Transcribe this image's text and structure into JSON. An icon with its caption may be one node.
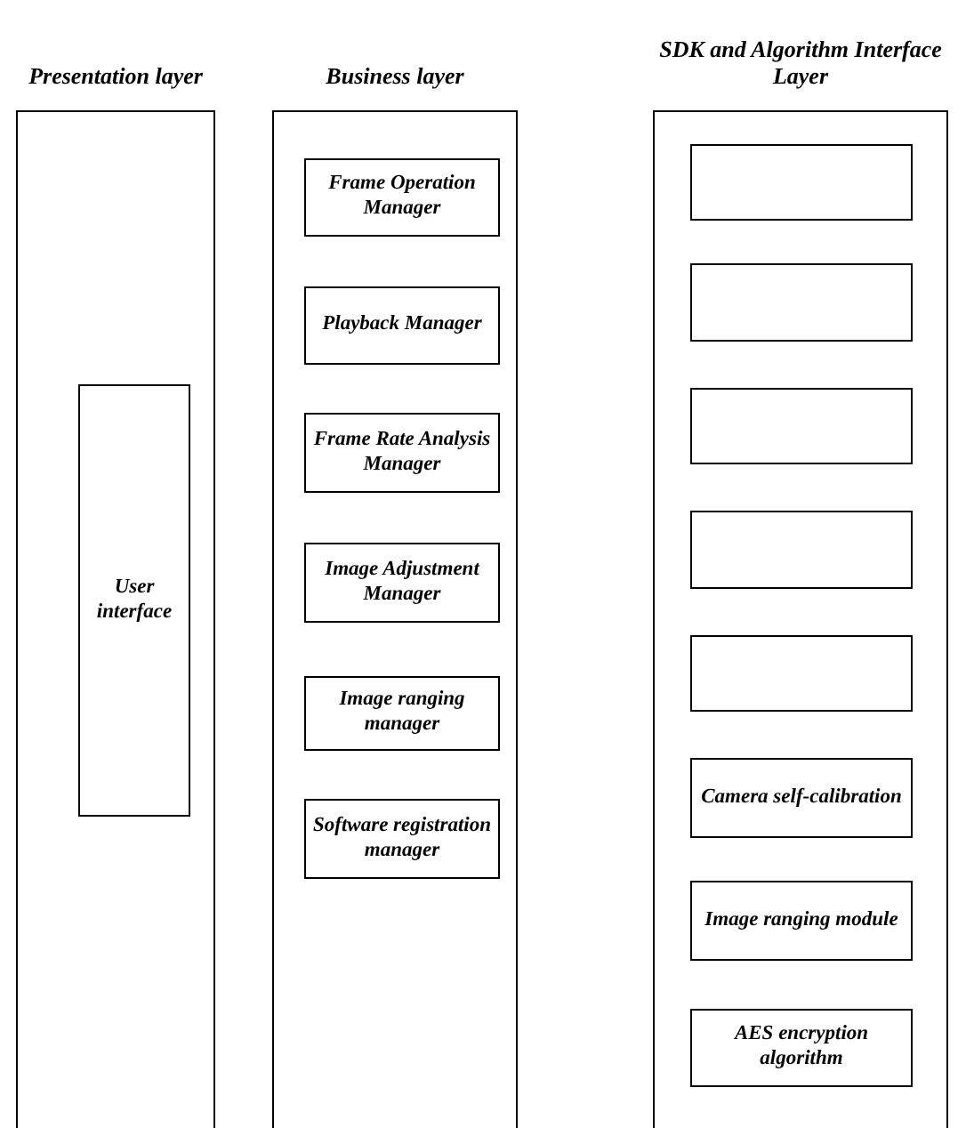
{
  "diagram": {
    "nodes": [
      {
        "text": [
          "Presentation layer"
        ]
      },
      {
        "text": [
          "User interface"
        ],
        "in": 0
      },
      {
        "text": [
          "Business layer"
        ]
      },
      {
        "text": [
          "Frame Operation Manager"
        ],
        "in": 2
      },
      {
        "text": [
          "Playback Manager"
        ],
        "in": 2
      },
      {
        "text": [
          "Frame Rate Analysis Manager"
        ],
        "in": 2
      },
      {
        "text": [
          "Image Adjustment Manager"
        ],
        "in": 2
      },
      {
        "text": [
          "Image ranging manager"
        ],
        "in": 2
      },
      {
        "text": [
          "Software registration manager"
        ],
        "in": 2
      },
      {
        "text": [
          "SDK and Algorithm Interface Layer"
        ]
      },
      {
        "text": [],
        "shape": "box",
        "in": 9
      },
      {
        "text": [],
        "shape": "box",
        "in": 9
      },
      {
        "text": [],
        "shape": "box",
        "in": 9
      },
      {
        "text": [],
        "shape": "box",
        "in": 9
      },
      {
        "text": [],
        "shape": "box",
        "in": 9
      },
      {
        "text": [
          "Camera self-calibration"
        ],
        "in": 9
      },
      {
        "text": [
          "Image ranging module"
        ],
        "in": 9
      },
      {
        "text": [
          "AES encryption algorithm"
        ],
        "in": 9
      }
    ]
  }
}
